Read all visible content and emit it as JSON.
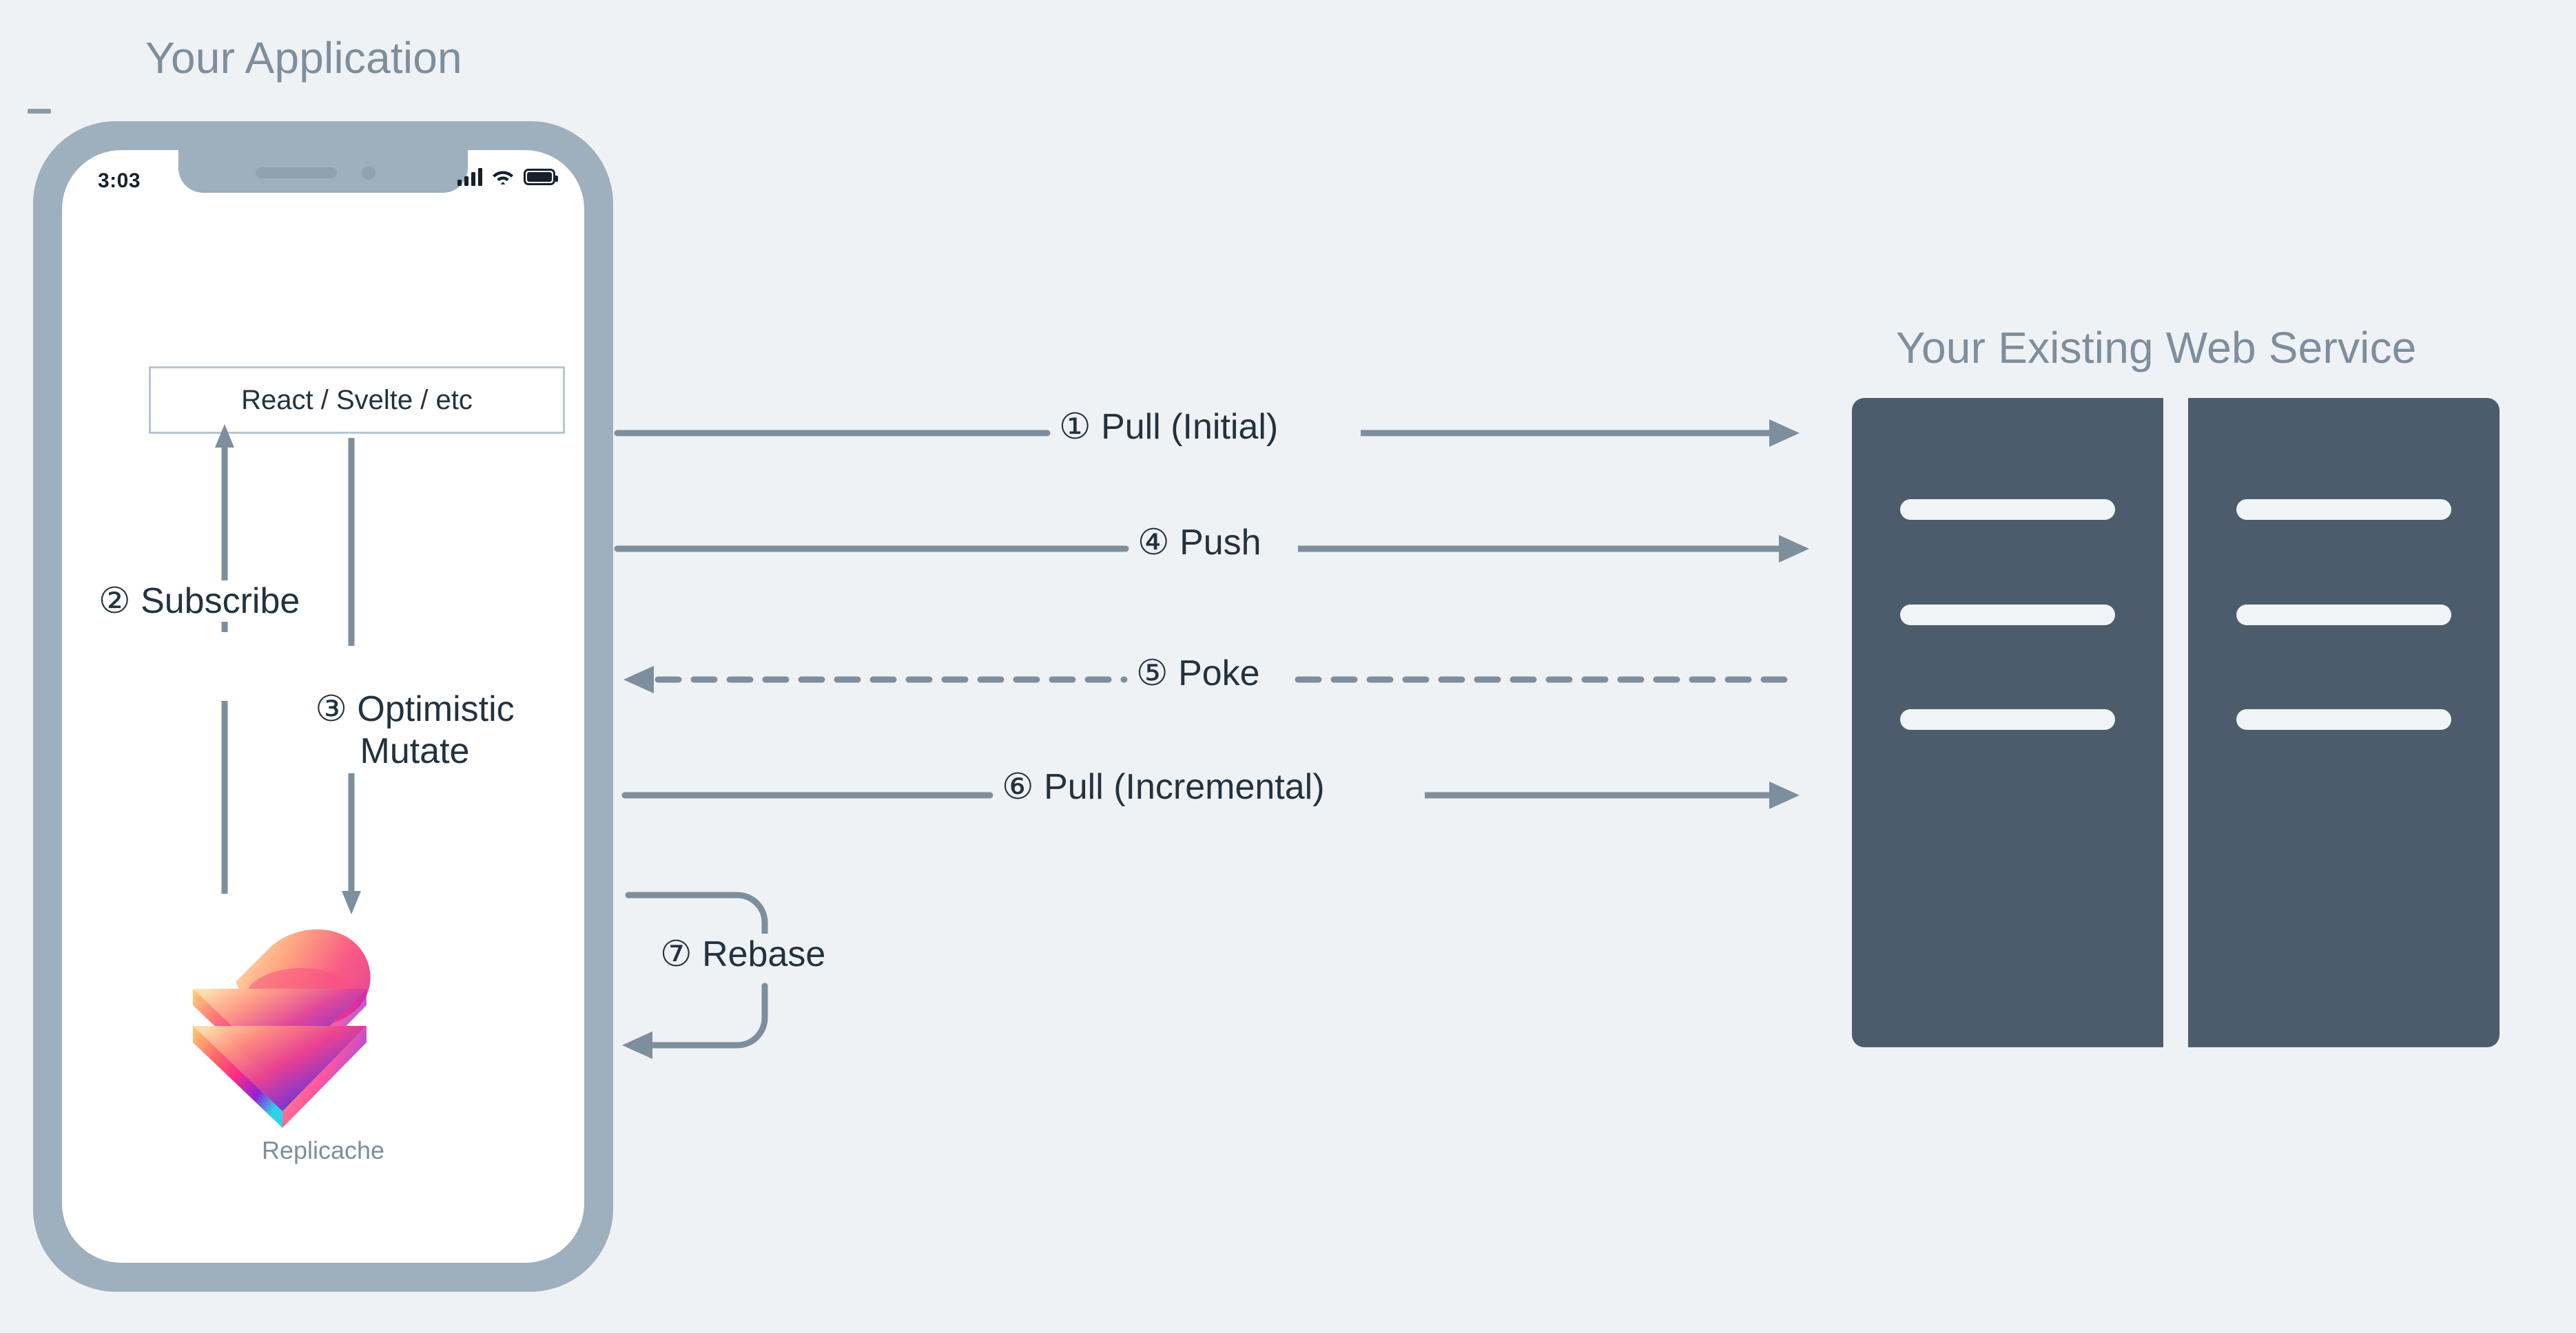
{
  "diagram": {
    "background_color": "#eff2f5",
    "accent_line_color": "#7d8e9d",
    "server_color": "#4c5c6c",
    "phone_frame_color": "#9eafbd",
    "text_dark_color": "#23323f",
    "title_color": "#7d8e9d"
  },
  "app_panel": {
    "title": "Your Application",
    "phone": {
      "status_bar": {
        "time": "3:03",
        "signal_icon": "cellular-signal-icon",
        "wifi_icon": "wifi-icon",
        "battery_icon": "battery-full-icon"
      },
      "framework_box": {
        "label": "React / Svelte / etc"
      },
      "local_store": {
        "logo_icon": "replicache-layers-logo",
        "caption": "Replicache"
      }
    }
  },
  "service_panel": {
    "title": "Your Existing Web Service",
    "racks": [
      {
        "name": "server-rack-left",
        "bars": 3
      },
      {
        "name": "server-rack-right",
        "bars": 3
      }
    ]
  },
  "flows": [
    {
      "step": "①",
      "label": "Pull (Initial)",
      "full": "① Pull (Initial)",
      "direction": "client-to-server",
      "style": "solid"
    },
    {
      "step": "②",
      "label": "Subscribe",
      "full": "② Subscribe",
      "direction": "store-to-ui",
      "style": "solid"
    },
    {
      "step": "③",
      "label": "Optimistic Mutate",
      "full": "③ Optimistic Mutate",
      "direction": "ui-to-store",
      "style": "solid"
    },
    {
      "step": "④",
      "label": "Push",
      "full": "④ Push",
      "direction": "client-to-server",
      "style": "solid"
    },
    {
      "step": "⑤",
      "label": "Poke",
      "full": "⑤ Poke",
      "direction": "server-to-client",
      "style": "dashed"
    },
    {
      "step": "⑥",
      "label": "Pull (Incremental)",
      "full": "⑥ Pull (Incremental)",
      "direction": "client-to-server",
      "style": "solid"
    },
    {
      "step": "⑦",
      "label": "Rebase",
      "full": "⑦ Rebase",
      "direction": "client-loopback",
      "style": "solid"
    }
  ],
  "labels": {
    "pull_initial": "① Pull (Initial)",
    "push": "④ Push",
    "poke": "⑤ Poke",
    "pull_incremental": "⑥ Pull (Incremental)",
    "rebase": "⑦ Rebase",
    "subscribe": "② Subscribe",
    "optimistic_mutate": "③ Optimistic Mutate"
  }
}
